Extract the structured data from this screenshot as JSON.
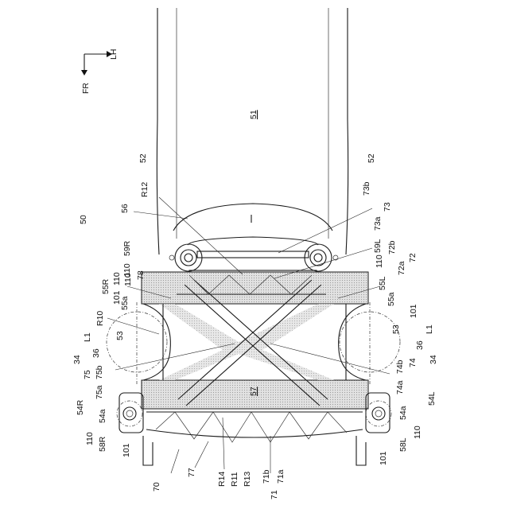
{
  "labels": {
    "lh": "LH",
    "fr": "FR",
    "n51": "51",
    "n52l": "52",
    "n52r": "52",
    "n50": "50",
    "n56": "56",
    "r12": "R12",
    "n73b": "73b",
    "n73a": "73a",
    "n73": "73",
    "n59r": "59R",
    "n110a": "110",
    "n110b": "110",
    "n59l": "59L",
    "n72b": "72b",
    "n72a": "72a",
    "n72": "72",
    "n110c": "110",
    "n55r": "55R",
    "n101a": "101",
    "n110d": "110",
    "n78": "78",
    "n55a_l": "55a",
    "n55l": "55L",
    "n55a_r": "55a",
    "n101b": "101",
    "r10": "R10",
    "l1_left": "L1",
    "n53_left": "53",
    "n36_left": "36",
    "n34_left": "34",
    "n53_right": "53",
    "l1_right": "L1",
    "n36_right": "36",
    "n34_right": "34",
    "n75": "75",
    "n75b": "75b",
    "n75a": "75a",
    "n54r": "54R",
    "n54a_l": "54a",
    "n110e": "110",
    "n58r": "58R",
    "n101c": "101",
    "n57": "57",
    "n74": "74",
    "n74b": "74b",
    "n74a": "74a",
    "n54l": "54L",
    "n54a_r": "54a",
    "n110f": "110",
    "n58l": "58L",
    "n101d": "101",
    "n70": "70",
    "n77": "77",
    "r14": "R14",
    "r11": "R11",
    "r13": "R13",
    "n71b": "71b",
    "n71a": "71a",
    "n71": "71"
  },
  "colors": {
    "line": "#1a1a1a",
    "shade": "#cfcfcf"
  }
}
